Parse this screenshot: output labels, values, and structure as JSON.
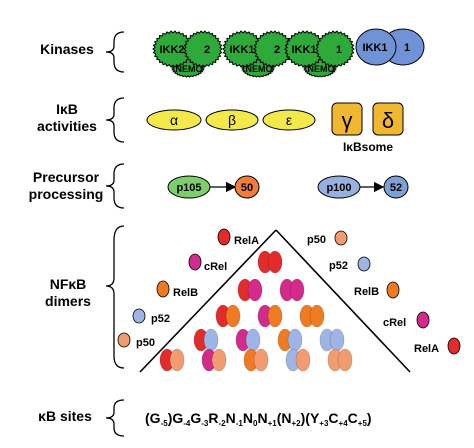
{
  "rows": {
    "kinases": {
      "label": "Kinases"
    },
    "ikb": {
      "label_line1": "IκB",
      "label_line2": "activities"
    },
    "precursor": {
      "label_line1": "Precursor",
      "label_line2": "processing"
    },
    "dimers": {
      "label_line1": "NFκB",
      "label_line2": "dimers"
    },
    "sites": {
      "label": "κB sites"
    }
  },
  "kinases": [
    {
      "left": "IKK2",
      "right": "2",
      "sub": "NEMO"
    },
    {
      "left": "IKK1",
      "right": "2",
      "sub": "NEMO"
    },
    {
      "left": "IKK1",
      "right": "1",
      "sub": "NEMO"
    },
    {
      "left": "IKK1",
      "right": "1"
    }
  ],
  "ikb": {
    "alpha": "α",
    "beta": "β",
    "epsilon": "ε",
    "gamma": "γ",
    "delta": "δ",
    "ikbsome": "IκBsome"
  },
  "precursor": {
    "p105": "p105",
    "p50": "50",
    "p100": "p100",
    "p52": "52"
  },
  "dimers": {
    "labels_right": [
      "p50",
      "p52",
      "RelB",
      "cRel",
      "RelA"
    ],
    "labels_left": [
      "RelA",
      "cRel",
      "RelB",
      "p52",
      "p50"
    ]
  },
  "sites": {
    "sequence": "(G-5)G-4G-3R-2N-1N0N+1(N+2)(Y+3C+4C+5)"
  },
  "colors": {
    "kinase_green": "#2eaa3a",
    "kinase_blue": "#6f93d6",
    "ikb_yellow": "#f3e94a",
    "ikbsome_orange": "#f2b730",
    "p105_green": "#7dcf6a",
    "p50_orange": "#f07d3a",
    "p100_blue": "#97b0e0",
    "p52_blue": "#7f9fd8",
    "rela_red": "#e32b2b",
    "crel_magenta": "#d42a8c",
    "relb_orange": "#f07a22",
    "p50_salmon": "#f19b6e",
    "p52_lightblue": "#9db4e4"
  }
}
